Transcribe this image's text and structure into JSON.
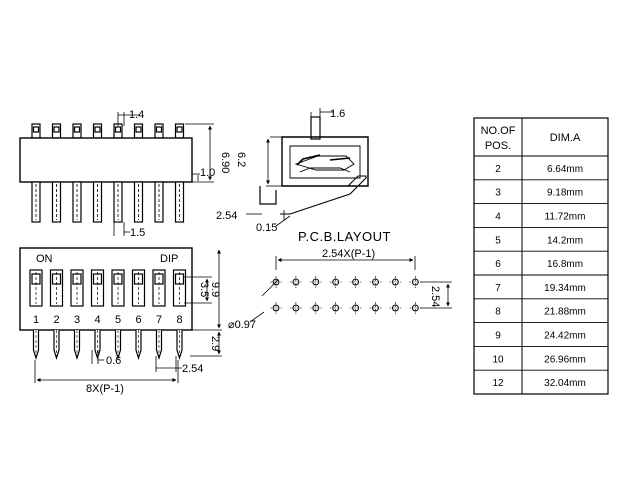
{
  "front_view": {
    "dim_top": "1.4",
    "dim_height": "6.90",
    "dim_standoff": "1.0",
    "dim_pin": "1.5"
  },
  "side_view": {
    "dim_actuator": "1.6",
    "dim_height": "6.2",
    "dim_pitch": "2.54",
    "dim_lead": "0.15"
  },
  "top_view": {
    "label_on": "ON",
    "label_dip": "DIP",
    "pin_numbers": [
      "1",
      "2",
      "3",
      "4",
      "5",
      "6",
      "7",
      "8"
    ],
    "dim_switch": "3.5",
    "dim_body": "9.9",
    "dim_lead": "2.9",
    "dim_pin_width": "0.6",
    "dim_pitch": "2.54",
    "dim_span": "8X(P-1)"
  },
  "pcb_layout": {
    "title": "P.C.B.LAYOUT",
    "dim_span": "2.54X(P-1)",
    "dim_row": "2.54",
    "dim_hole": "⌀0.97"
  },
  "table": {
    "header_pos": [
      "NO.OF",
      "POS."
    ],
    "header_dim": "DIM.A",
    "rows": [
      {
        "pos": "2",
        "dim": "6.64mm"
      },
      {
        "pos": "3",
        "dim": "9.18mm"
      },
      {
        "pos": "4",
        "dim": "11.72mm"
      },
      {
        "pos": "5",
        "dim": "14.2mm"
      },
      {
        "pos": "6",
        "dim": "16.8mm"
      },
      {
        "pos": "7",
        "dim": "19.34mm"
      },
      {
        "pos": "8",
        "dim": "21.88mm"
      },
      {
        "pos": "9",
        "dim": "24.42mm"
      },
      {
        "pos": "10",
        "dim": "26.96mm"
      },
      {
        "pos": "12",
        "dim": "32.04mm"
      }
    ]
  }
}
